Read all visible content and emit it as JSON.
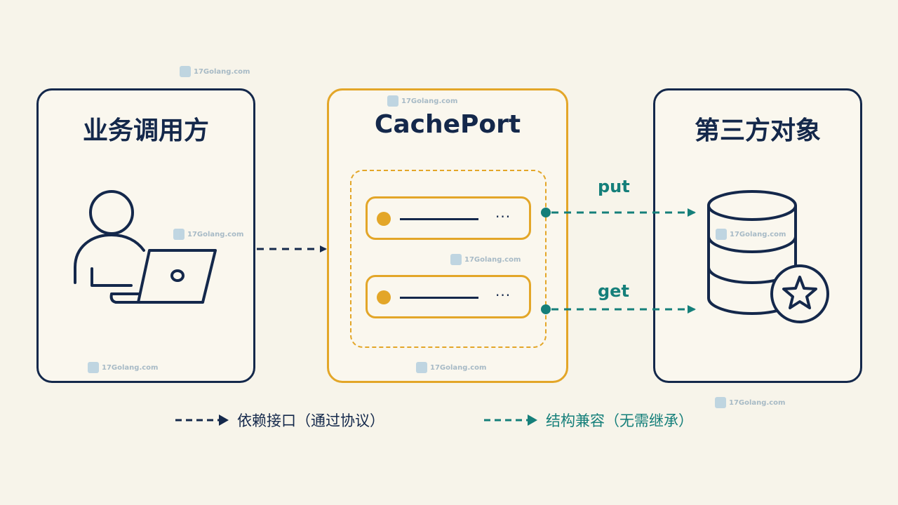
{
  "panels": {
    "caller": {
      "title": "业务调用方"
    },
    "port": {
      "title": "CachePort",
      "methods": [
        "put",
        "get"
      ]
    },
    "third_party": {
      "title": "第三方对象"
    }
  },
  "edges": {
    "put_label": "put",
    "get_label": "get"
  },
  "legend": {
    "dependency": "依赖接口（通过协议）",
    "structural": "结构兼容（无需继承）"
  },
  "watermark": "17Golang.com",
  "colors": {
    "navy": "#14284b",
    "gold": "#e3a628",
    "teal": "#157f7a",
    "background": "#f7f4ea"
  },
  "icons": [
    "user-laptop-icon",
    "database-icon",
    "star-icon"
  ]
}
